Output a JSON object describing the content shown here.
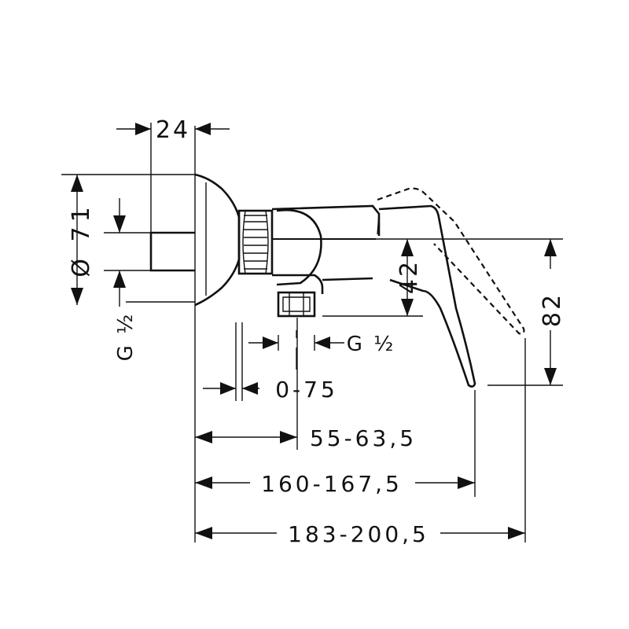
{
  "diagram": {
    "dimensions": {
      "top_width": "24",
      "diameter": "Ø 71",
      "left_thread": "G ½",
      "height_42": "42",
      "height_82": "82",
      "bottom_thread": "G ½",
      "offset": "0-75",
      "inlet_distance": "55-63,5",
      "spout_reach": "160-167,5",
      "total_length": "183-200,5"
    },
    "colors": {
      "line": "#111111",
      "background": "#ffffff"
    }
  }
}
